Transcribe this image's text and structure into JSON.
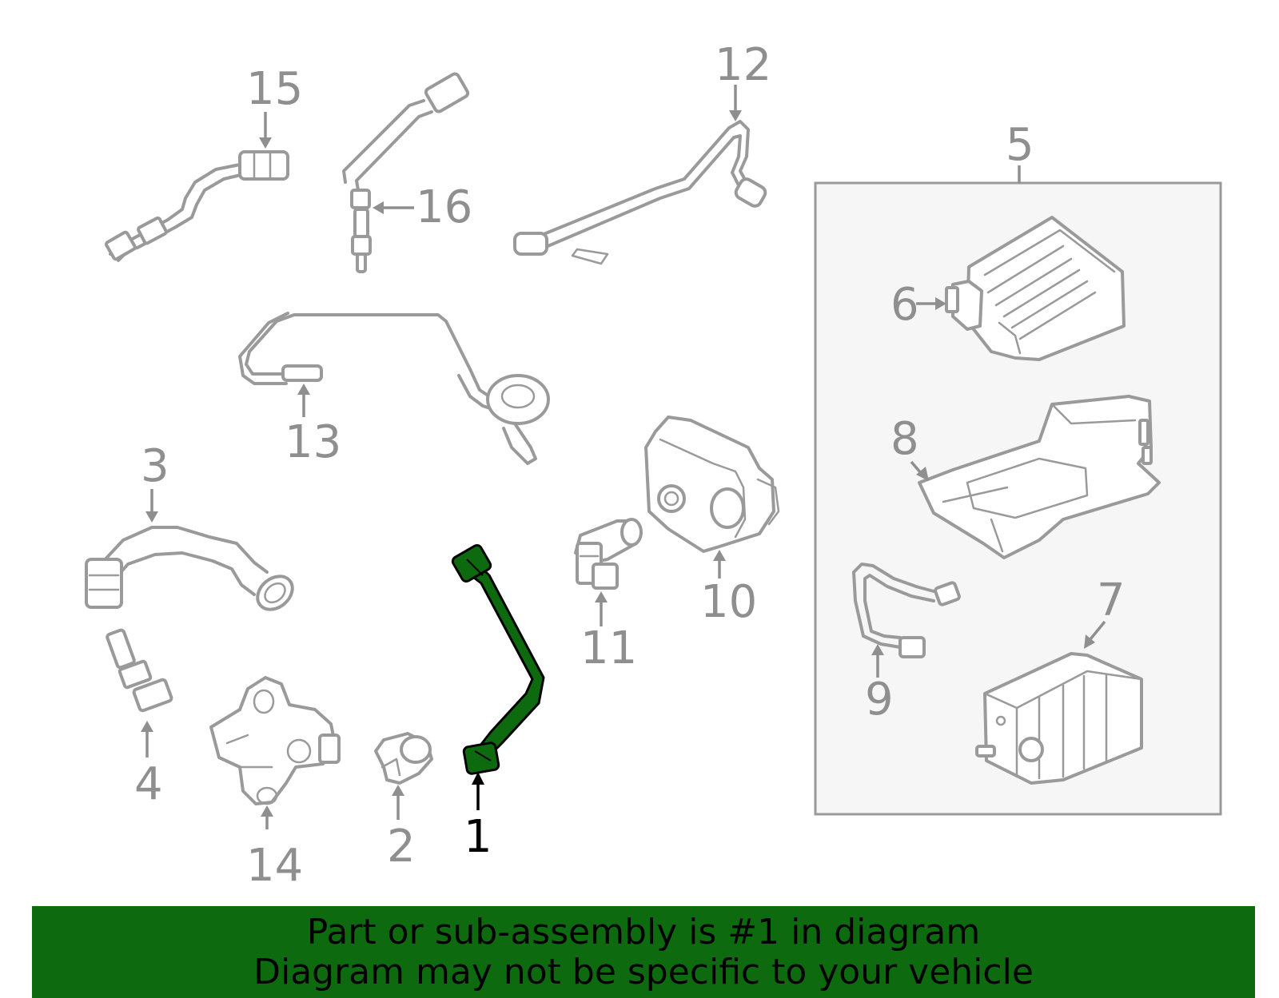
{
  "callouts": {
    "c1": "1",
    "c2": "2",
    "c3": "3",
    "c4": "4",
    "c5": "5",
    "c6": "6",
    "c7": "7",
    "c8": "8",
    "c9": "9",
    "c10": "10",
    "c11": "11",
    "c12": "12",
    "c13": "13",
    "c14": "14",
    "c15": "15",
    "c16": "16"
  },
  "highlighted_part": "1",
  "colors": {
    "highlight": "#0e6a0e",
    "part_outline": "#9a9a9a",
    "label_gray": "#8f8f8f",
    "subassembly_box_bg": "#f6f6f6"
  },
  "banner": {
    "line1": "Part or sub-assembly is #1 in diagram",
    "line2": "Diagram may not be specific to your vehicle"
  }
}
